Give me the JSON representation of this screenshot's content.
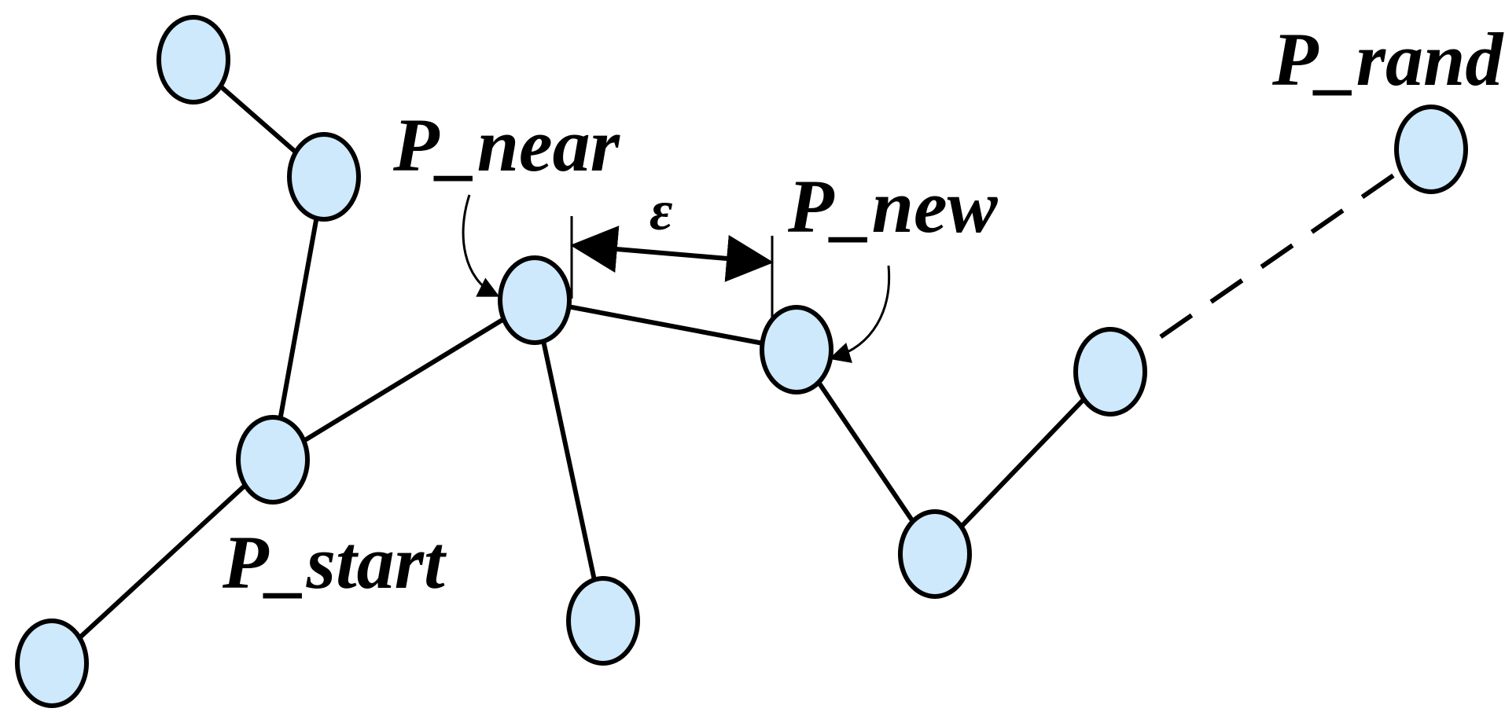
{
  "labels": {
    "p_rand": "P_rand",
    "p_near": "P_near",
    "p_new": "P_new",
    "p_start": "P_start",
    "epsilon": "ε"
  },
  "colors": {
    "node_fill": "#cde9fb",
    "line": "#000000",
    "background": "#ffffff"
  }
}
